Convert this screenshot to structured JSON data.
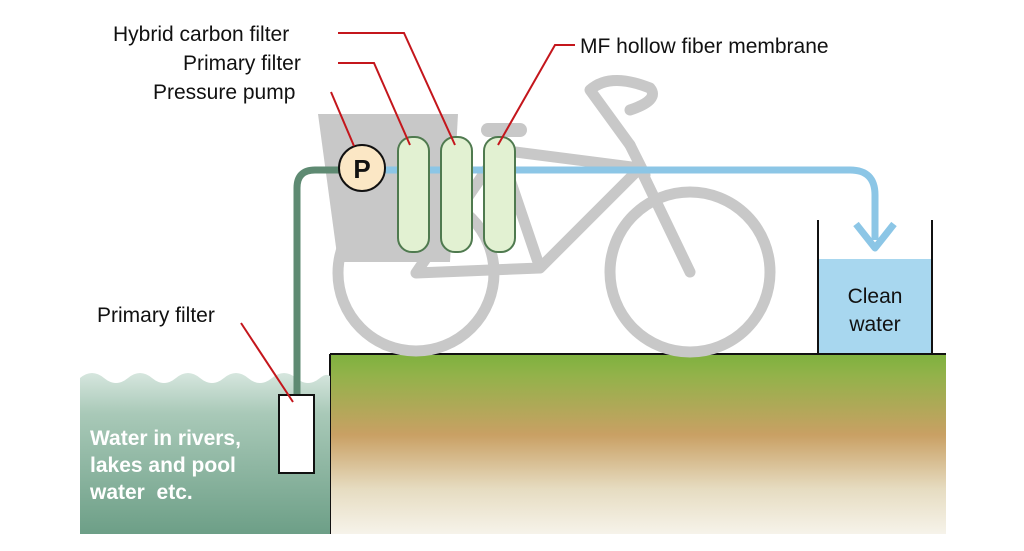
{
  "labels": {
    "hybrid_carbon_filter": "Hybrid carbon filter",
    "primary_filter_top": "Primary filter",
    "pressure_pump": "Pressure pump",
    "mf_membrane": "MF hollow fiber membrane",
    "primary_filter_bottom": "Primary filter",
    "clean_water_line1": "Clean",
    "clean_water_line2": "water",
    "source_line1": "Water in rivers,",
    "source_line2": "lakes and pool",
    "source_line3": "water  etc.",
    "pump_letter": "P"
  },
  "colors": {
    "leader_line": "#c4161c",
    "bicycle": "#c8c8c8",
    "intake_hose": "#5e8a72",
    "outflow_pipe": "#8cc6e6",
    "filter_fill": "#e2f1d2",
    "filter_stroke": "#5e8a5e",
    "pump_fill": "#fbe7c5",
    "river_water": "#7eae9a",
    "clean_water": "#a8d7ef",
    "ground_top": "#7eb13e",
    "ground_mid": "#c9a064",
    "ground_bottom": "#f4f1e6"
  }
}
